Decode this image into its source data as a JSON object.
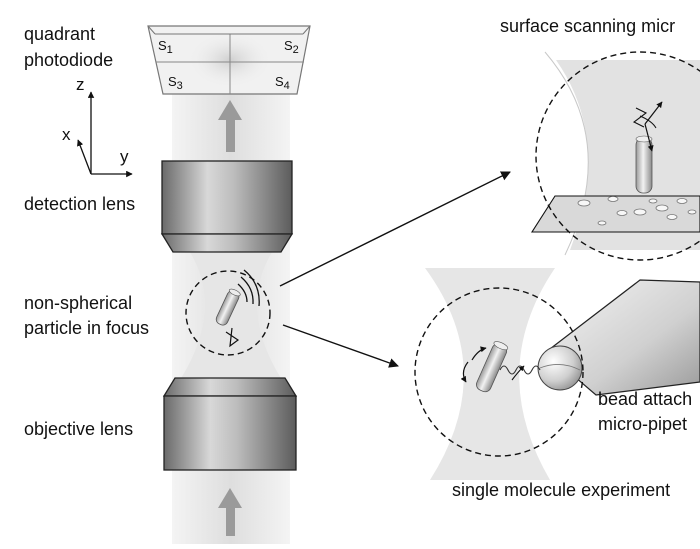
{
  "labels": {
    "quadrant_photodiode": [
      "quadrant",
      "photodiode"
    ],
    "detection_lens": "detection lens",
    "particle": [
      "non-spherical",
      "particle in focus"
    ],
    "objective_lens": "objective lens",
    "surface_scanning": "surface scanning micr",
    "bead_attached": [
      "bead attach",
      "micro-pipet"
    ],
    "single_molecule": "single molecule experiment"
  },
  "axes": {
    "z": "z",
    "x": "x",
    "y": "y"
  },
  "quadrants": {
    "s1": {
      "base": "S",
      "sub": "1"
    },
    "s2": {
      "base": "S",
      "sub": "2"
    },
    "s3": {
      "base": "S",
      "sub": "3"
    },
    "s4": {
      "base": "S",
      "sub": "4"
    }
  },
  "colors": {
    "ink": "#111111",
    "beam": "#e4e4e4",
    "lens_mid": "#7a7a7a",
    "arrow": "#8c8c8c"
  }
}
